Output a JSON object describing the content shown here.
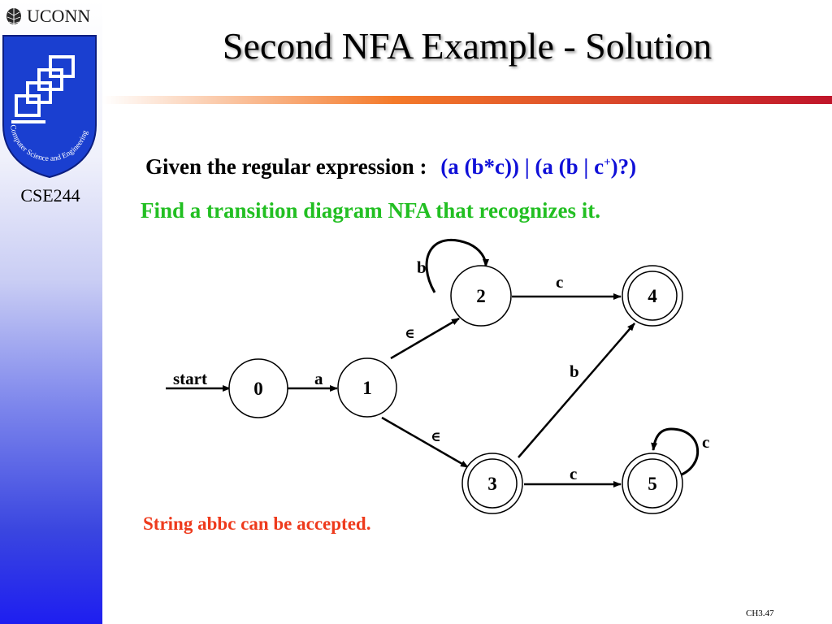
{
  "header": {
    "university": "UCONN",
    "course": "CSE244",
    "logo_ring_text": "Computer Science and Engineering"
  },
  "slide": {
    "title": "Second NFA Example - Solution",
    "given_label": "Given the regular expression :",
    "regex_prefix": "(a (b*c)) | (a (b | c",
    "regex_sup": "+",
    "regex_suffix": ")?)",
    "task": "Find a transition diagram NFA that recognizes it.",
    "note": "String abbc can be accepted.",
    "slide_number": "CH3.47"
  },
  "nfa": {
    "start_label": "start",
    "states": [
      {
        "id": "0",
        "label": "0",
        "accepting": false
      },
      {
        "id": "1",
        "label": "1",
        "accepting": false
      },
      {
        "id": "2",
        "label": "2",
        "accepting": false
      },
      {
        "id": "3",
        "label": "3",
        "accepting": true
      },
      {
        "id": "4",
        "label": "4",
        "accepting": true
      },
      {
        "id": "5",
        "label": "5",
        "accepting": true
      }
    ],
    "transitions": [
      {
        "from": "0",
        "to": "1",
        "label": "a"
      },
      {
        "from": "1",
        "to": "2",
        "label": "∈"
      },
      {
        "from": "1",
        "to": "3",
        "label": "∈"
      },
      {
        "from": "2",
        "to": "2",
        "label": "b"
      },
      {
        "from": "2",
        "to": "4",
        "label": "c"
      },
      {
        "from": "3",
        "to": "4",
        "label": "b"
      },
      {
        "from": "3",
        "to": "5",
        "label": "c"
      },
      {
        "from": "5",
        "to": "5",
        "label": "c"
      }
    ]
  },
  "colors": {
    "regex": "#1010d8",
    "task": "#22bf22",
    "note": "#ee3a1c",
    "accent_bar_start": "#f47a2a",
    "accent_bar_end": "#c0152a",
    "sidebar_bottom": "#1e1ef0"
  }
}
